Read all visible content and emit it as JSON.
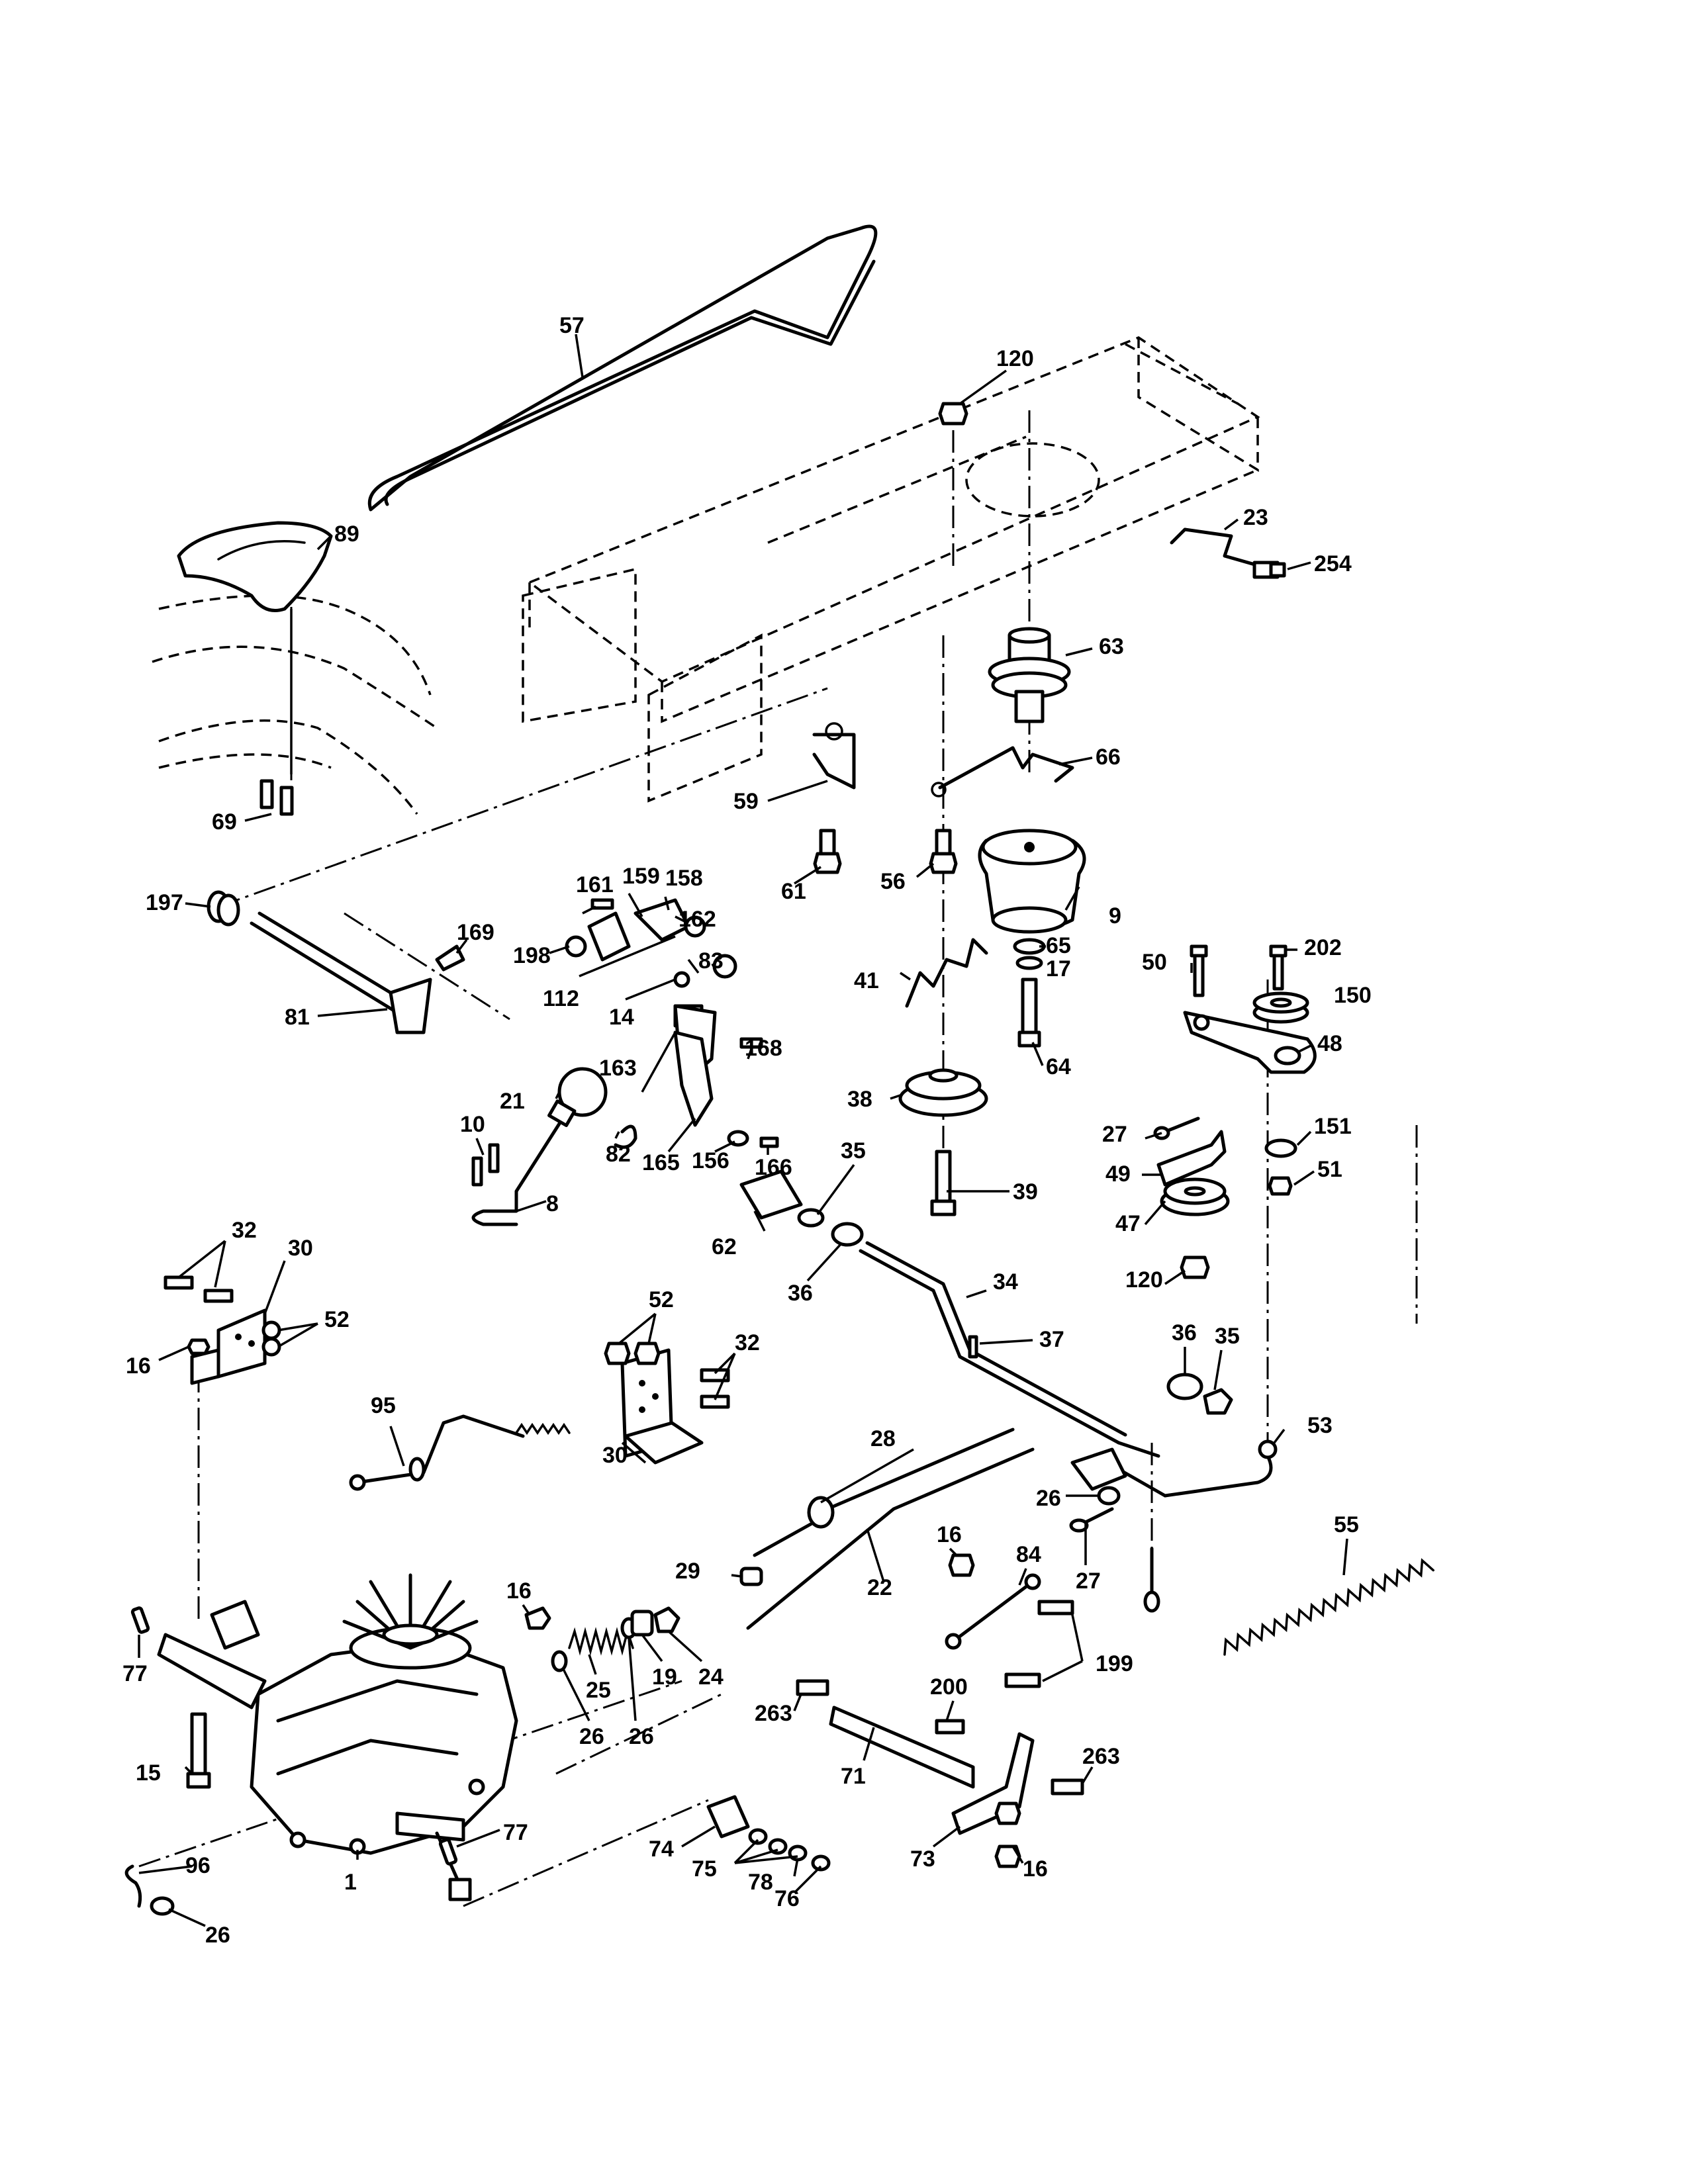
{
  "labels": [
    "57",
    "120",
    "89",
    "23",
    "254",
    "63",
    "66",
    "69",
    "59",
    "61",
    "56",
    "197",
    "161",
    "159",
    "158",
    "169",
    "198",
    "162",
    "9",
    "65",
    "17",
    "50",
    "202",
    "150",
    "81",
    "112",
    "14",
    "83",
    "64",
    "48",
    "21",
    "163",
    "168",
    "41",
    "38",
    "27",
    "10",
    "82",
    "165",
    "156",
    "166",
    "35",
    "39",
    "151",
    "51",
    "49",
    "47",
    "8",
    "62",
    "36",
    "34",
    "120",
    "32",
    "30",
    "52",
    "37",
    "16",
    "52",
    "32",
    "36",
    "35",
    "95",
    "30",
    "53",
    "28",
    "26",
    "55",
    "29",
    "22",
    "16",
    "84",
    "27",
    "16",
    "77",
    "25",
    "19",
    "24",
    "199",
    "26",
    "26",
    "263",
    "200",
    "15",
    "71",
    "263",
    "96",
    "1",
    "77",
    "74",
    "75",
    "78",
    "76",
    "73",
    "16",
    "26"
  ]
}
